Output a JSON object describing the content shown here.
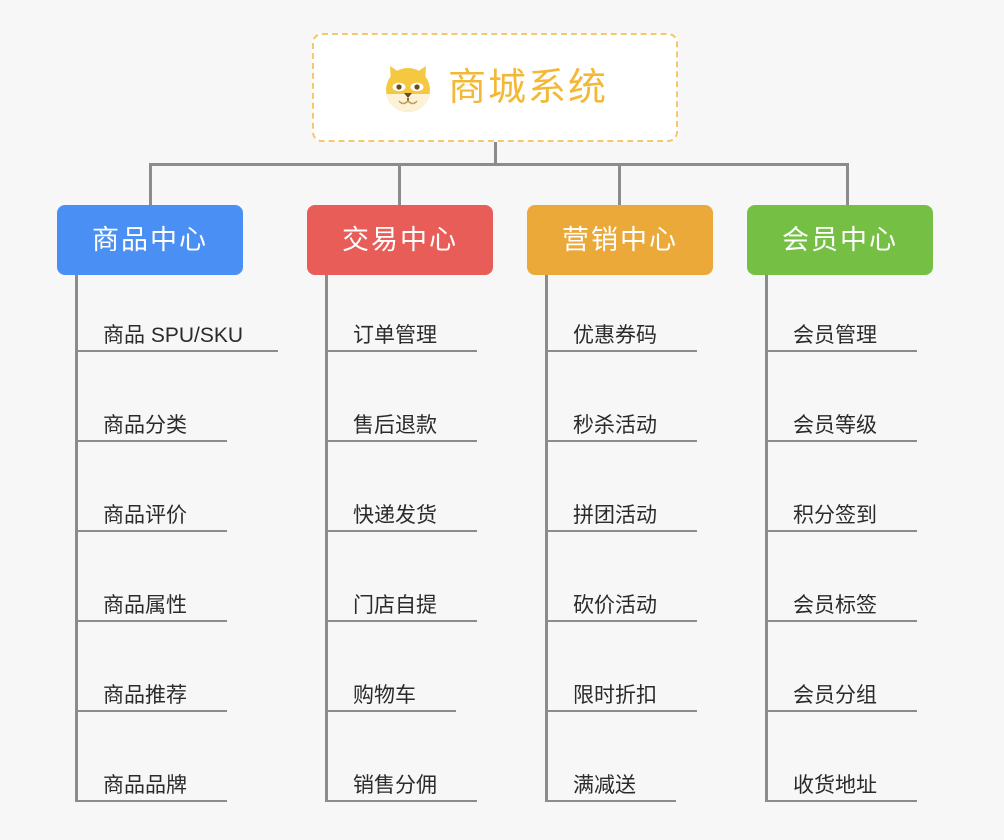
{
  "canvas": {
    "background": "#f7f7f7",
    "line_color": "#8c8c8c"
  },
  "root": {
    "title": "商城系统",
    "icon": "shiba-dog-icon",
    "text_color": "#f2b836",
    "border_color": "#f5c96b",
    "background": "#ffffff"
  },
  "branches": [
    {
      "label": "商品中心",
      "color": "#4a90f4",
      "items": [
        "商品 SPU/SKU",
        "商品分类",
        "商品评价",
        "商品属性",
        "商品推荐",
        "商品品牌"
      ]
    },
    {
      "label": "交易中心",
      "color": "#e95d58",
      "items": [
        "订单管理",
        "售后退款",
        "快递发货",
        "门店自提",
        "购物车",
        "销售分佣"
      ]
    },
    {
      "label": "营销中心",
      "color": "#eaa939",
      "items": [
        "优惠券码",
        "秒杀活动",
        "拼团活动",
        "砍价活动",
        "限时折扣",
        "满减送"
      ]
    },
    {
      "label": "会员中心",
      "color": "#76bf45",
      "items": [
        "会员管理",
        "会员等级",
        "积分签到",
        "会员标签",
        "会员分组",
        "收货地址"
      ]
    }
  ]
}
